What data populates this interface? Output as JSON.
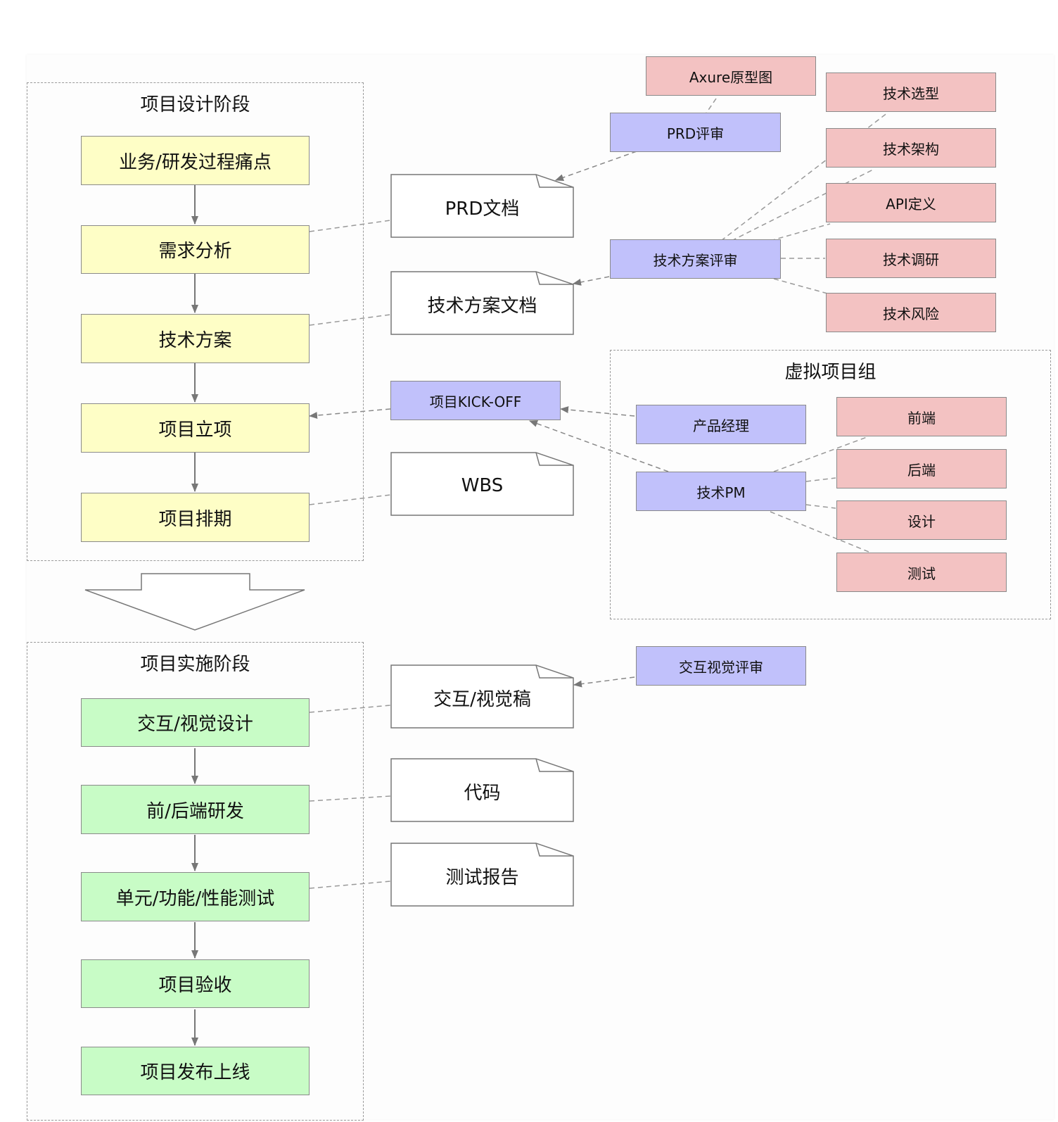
{
  "groups": {
    "design": "项目设计阶段",
    "implementation": "项目实施阶段",
    "virtual_team": "虚拟项目组"
  },
  "design_steps": [
    "业务/研发过程痛点",
    "需求分析",
    "技术方案",
    "项目立项",
    "项目排期"
  ],
  "impl_steps": [
    "交互/视觉设计",
    "前/后端研发",
    "单元/功能/性能测试",
    "项目验收",
    "项目发布上线"
  ],
  "documents": {
    "prd": "PRD文档",
    "tech_doc": "技术方案文档",
    "wbs": "WBS",
    "ui_draft": "交互/视觉稿",
    "code": "代码",
    "test_report": "测试报告"
  },
  "reviews": {
    "prd_review": "PRD评审",
    "tech_review": "技术方案评审",
    "kickoff": "项目KICK-OFF",
    "ui_review": "交互视觉评审"
  },
  "roles": {
    "product_manager": "产品经理",
    "tech_pm": "技术PM"
  },
  "prd_inputs": [
    "Axure原型图"
  ],
  "tech_topics": [
    "技术选型",
    "技术架构",
    "API定义",
    "技术调研",
    "技术风险"
  ],
  "team_members": [
    "前端",
    "后端",
    "设计",
    "测试"
  ],
  "colors": {
    "yellow": "#fefec6",
    "green": "#c8fcc6",
    "blue": "#c1c1fb",
    "pink": "#f3c2c2",
    "line": "#8a8a8a"
  }
}
